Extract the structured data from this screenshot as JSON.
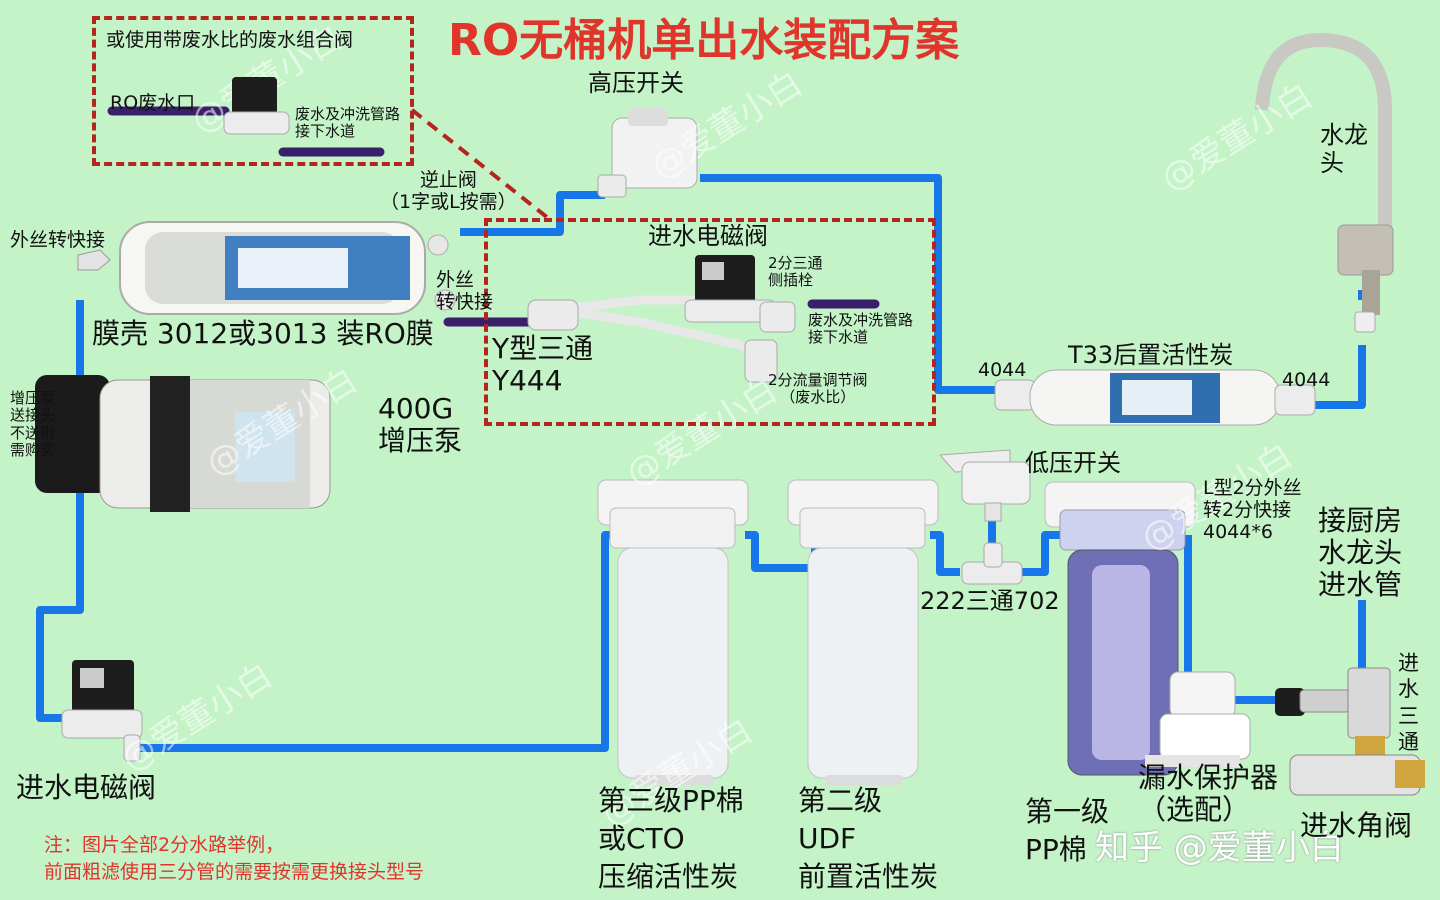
{
  "title": "RO无桶机单出水装配方案",
  "watermark": "@爱董小白",
  "brand_watermark": "知乎 @爱董小白",
  "note": {
    "line1": "注：图片全部2分水路举例，",
    "line2": "前面粗滤使用三分管的需要按需更换接头型号"
  },
  "inset": {
    "title": "或使用带废水比的废水组合阀",
    "waste_port": "RO废水口",
    "drain_line1": "废水及冲洗管路",
    "drain_line2": "接下水道"
  },
  "labels": {
    "high_pressure_switch": "高压开关",
    "check_valve_line1": "逆止阀",
    "check_valve_line2": "（1字或L按需）",
    "inlet_solenoid_top": "进水电磁阀",
    "tee_plug_line1": "2分三通",
    "tee_plug_line2": "侧插栓",
    "drain_line1": "废水及冲洗管路",
    "drain_line2": "接下水道",
    "flow_valve_line1": "2分流量调节阀",
    "flow_valve_line2": "（废水比）",
    "y_tee_line1": "Y型三通",
    "y_tee_line2": "Y444",
    "ext_quick_left": "外丝转快接",
    "ext_quick_right_line1": "外丝",
    "ext_quick_right_line2": "转快接",
    "membrane": "膜壳 3012或3013 装RO膜",
    "pump_line1": "400G",
    "pump_line2": "增压泵",
    "pump_note": [
      "增压泵",
      "送接头",
      "不送则",
      "需购买"
    ],
    "fitting_4044_left": "4044",
    "fitting_4044_right": "4044",
    "t33": "T33后置活性炭",
    "faucet_line1": "水龙",
    "faucet_line2": "头",
    "low_pressure_switch": "低压开关",
    "tee_222": "222三通702",
    "l_fitting_line1": "L型2分外丝",
    "l_fitting_line2": "转2分快接",
    "l_fitting_line3": "4044*6",
    "kitchen_line1": "接厨房",
    "kitchen_line2": "水龙头",
    "kitchen_line3": "进水管",
    "inlet_tee": [
      "进",
      "水",
      "三",
      "通"
    ],
    "leak_protector_line1": "漏水保护器",
    "leak_protector_line2": "（选配）",
    "inlet_angle_valve": "进水角阀",
    "inlet_solenoid_bottom": "进水电磁阀",
    "stage3_line1": "第三级PP棉",
    "stage3_line2": "或CTO",
    "stage3_line3": "压缩活性炭",
    "stage2_line1": "第二级",
    "stage2_line2": "UDF",
    "stage2_line3": "前置活性炭",
    "stage1_line1": "第一级",
    "stage1_line2": "PP棉"
  },
  "colors": {
    "pipe": "#1877e8",
    "dashed_frame": "#b3261e",
    "title": "#e0352b",
    "drain_hose": "#3a1f6b",
    "background": "#c4f3c8"
  }
}
